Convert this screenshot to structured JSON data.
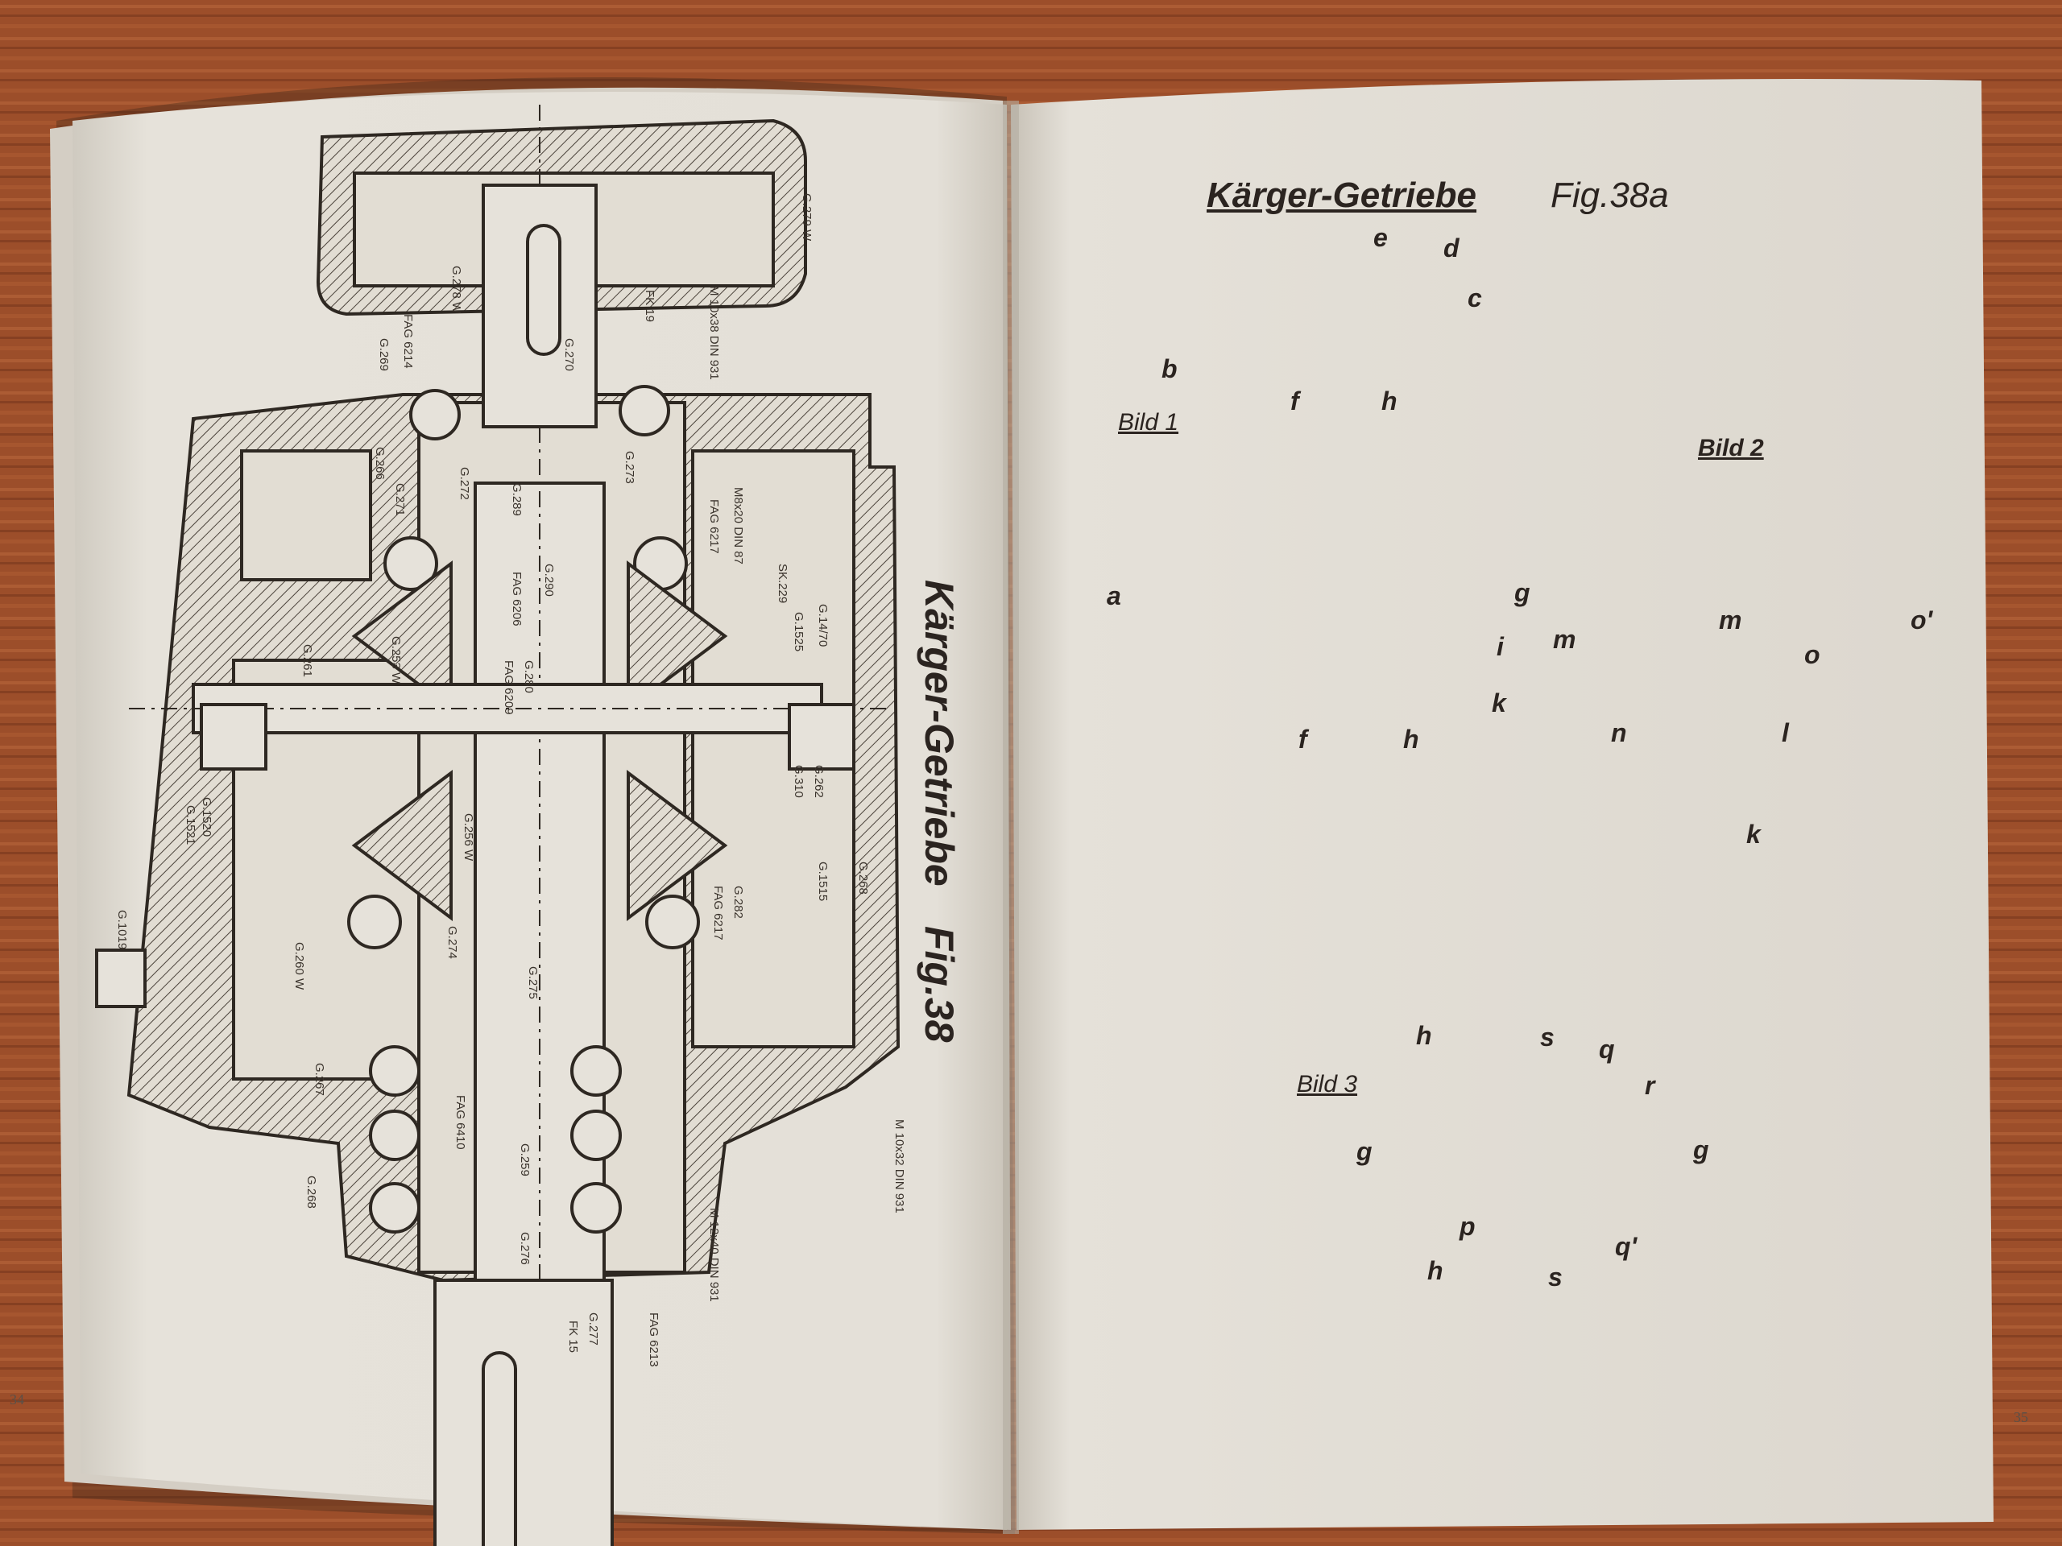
{
  "left_page": {
    "vertical_title": "Kärger-Getriebe",
    "figure": "Fig.38",
    "page_number": "34",
    "part_labels": [
      "G.279 W",
      "G.278 W",
      "FAG 6214",
      "G.269",
      "G.270",
      "FK 19",
      "M 10x38 DIN 931",
      "G.266",
      "G.271",
      "G.272",
      "G.273",
      "G.289",
      "FAG 6217",
      "M8x20 DIN 87",
      "G.290",
      "FAG 6206",
      "SK.229",
      "G.261",
      "G.253 W",
      "G.280",
      "FAG 6209",
      "G.1525",
      "G.14/70",
      "G.1520",
      "G.1521",
      "G.262",
      "G.310",
      "G.256 W",
      "G.274",
      "G.275",
      "G.282",
      "FAG 6217",
      "G.1515",
      "G.268",
      "G.1019",
      "G.260 W",
      "G.267",
      "FAG 6410",
      "G.259",
      "G.276",
      "G.277",
      "FK 15",
      "FAG 6213",
      "M 12x40 DIN 931",
      "M 10x32 DIN 931",
      "G.268"
    ]
  },
  "right_page": {
    "title": "Kärger-Getriebe",
    "figure": "Fig.38a",
    "page_number": "35",
    "bild1": "Bild 1",
    "bild2": "Bild 2",
    "bild3": "Bild 3",
    "letters": {
      "a": "a",
      "b": "b",
      "c": "c",
      "d": "d",
      "e": "e",
      "f": "f",
      "g": "g",
      "h": "h",
      "i": "i",
      "k": "k",
      "l": "l",
      "m": "m",
      "n": "n",
      "o": "o",
      "o1": "o'",
      "p": "p",
      "q": "q",
      "q1": "q'",
      "r": "r",
      "s": "s"
    }
  },
  "colors": {
    "table_wood": "#a0522d",
    "paper": "#e6e2da",
    "housing_red": "#d9574a",
    "shaft_blue": "#8fb3cf",
    "gear_green": "#6f9a6a",
    "gear_yellow": "#c9b45a",
    "ink": "#2b2420"
  }
}
